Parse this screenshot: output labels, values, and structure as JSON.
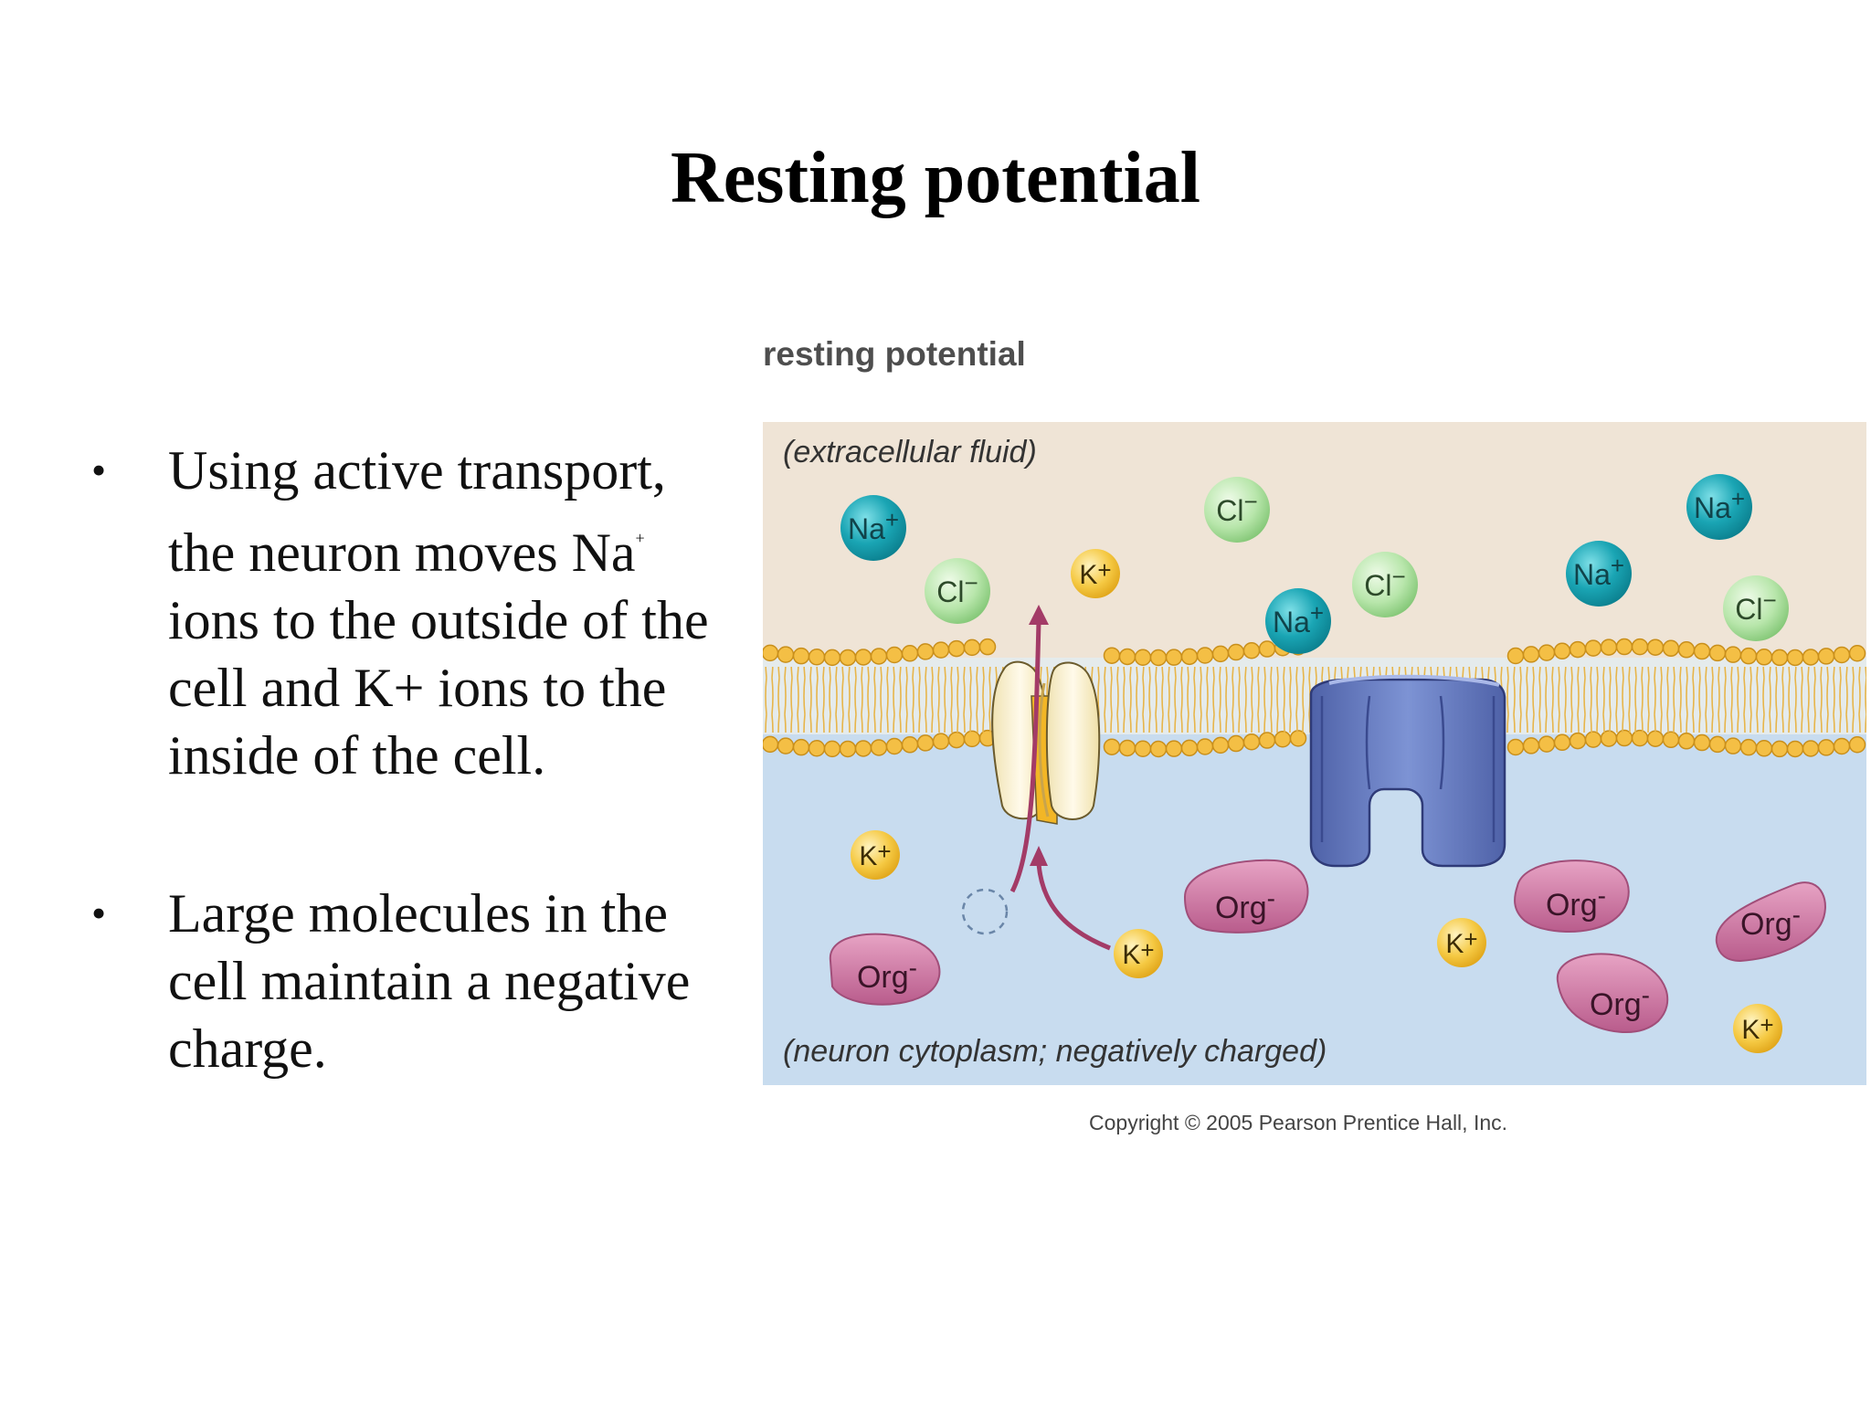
{
  "slide": {
    "title": "Resting potential",
    "bullets": [
      {
        "before_sup": "Using active transport, the neuron moves Na",
        "sup": "+",
        "after_sup": " ions to the outside of the cell and K+ ions to the inside of the cell."
      },
      {
        "before_sup": "Large molecules in the cell maintain a negative charge.",
        "sup": "",
        "after_sup": ""
      }
    ],
    "bullet_glyph": "•"
  },
  "figure": {
    "heading": "resting potential",
    "outside_label": "(extracellular fluid)",
    "inside_label": "(neuron cytoplasm; negatively charged)",
    "copyright": "Copyright © 2005 Pearson Prentice Hall, Inc.",
    "ion_labels": {
      "sodium_base": "Na",
      "sodium_charge": "+",
      "chloride_base": "Cl",
      "chloride_charge": "−",
      "potassium_base": "K",
      "potassium_charge": "+",
      "organic_base": "Org",
      "organic_charge": "-"
    },
    "colors": {
      "extracellular": "#efe4d6",
      "cytoplasm": "#c8dcef",
      "sodium": "#1aa5b4",
      "chloride": "#a9dd9c",
      "potassium": "#f3c23b",
      "organic": "#c9709f",
      "pump": "#6c82c6",
      "channel": "#fdf6dc",
      "arrow": "#a33b67"
    }
  }
}
